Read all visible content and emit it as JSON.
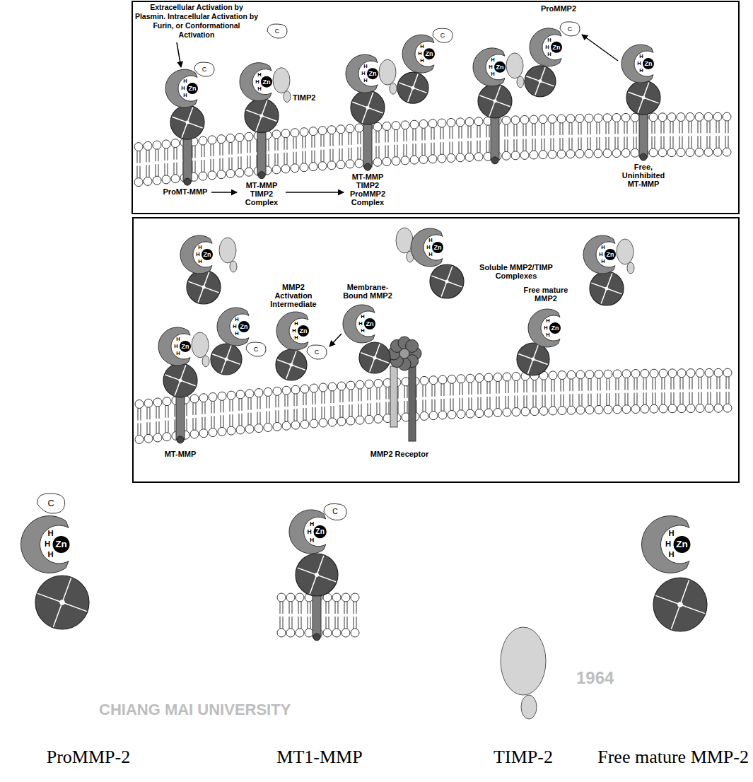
{
  "diagram": {
    "labels": [
      "Extracellular Activation by Plasmin. Intracellular Activation by Furin, or Conformational Activation",
      "ProMMP2",
      "TIMP2",
      "ProMT-MMP",
      "MT-MMP TIMP2 Complex",
      "MT-MMP TIMP2 ProMMP2 Complex",
      "Free, Uninhibited MT-MMP",
      "Soluble MMP2/TIMP Complexes",
      "MMP2 Activation Intermediate",
      "Membrane-Bound MMP2",
      "Free mature MMP2",
      "MT-MMP",
      "MMP2 Receptor",
      "ProMMP-2",
      "MT1-MMP",
      "TIMP-2",
      "Free mature MMP-2",
      "CHIANG MAI UNIVERSITY",
      "1964",
      "Zn",
      "H",
      "H",
      "H",
      "C",
      "Zn",
      "H",
      "H",
      "H",
      "C",
      "Zn",
      "H",
      "H",
      "H",
      "Zn",
      "H",
      "H",
      "H",
      "C",
      "Zn",
      "H",
      "H",
      "H",
      "Zn",
      "H",
      "H",
      "H",
      "C",
      "Zn",
      "H",
      "H",
      "H",
      "Zn",
      "H",
      "H",
      "H",
      "Zn",
      "H",
      "H",
      "H",
      "Zn",
      "H",
      "H",
      "H",
      "Zn",
      "H",
      "H",
      "H",
      "Zn",
      "H",
      "H",
      "H",
      "C",
      "Zn",
      "H",
      "H",
      "H",
      "C",
      "Zn",
      "H",
      "H",
      "H",
      "Zn",
      "H",
      "H",
      "H",
      "C",
      "Zn",
      "H",
      "H",
      "H",
      "Zn",
      "H",
      "H",
      "H",
      "C",
      "Zn",
      "H",
      "H",
      "H"
    ]
  }
}
